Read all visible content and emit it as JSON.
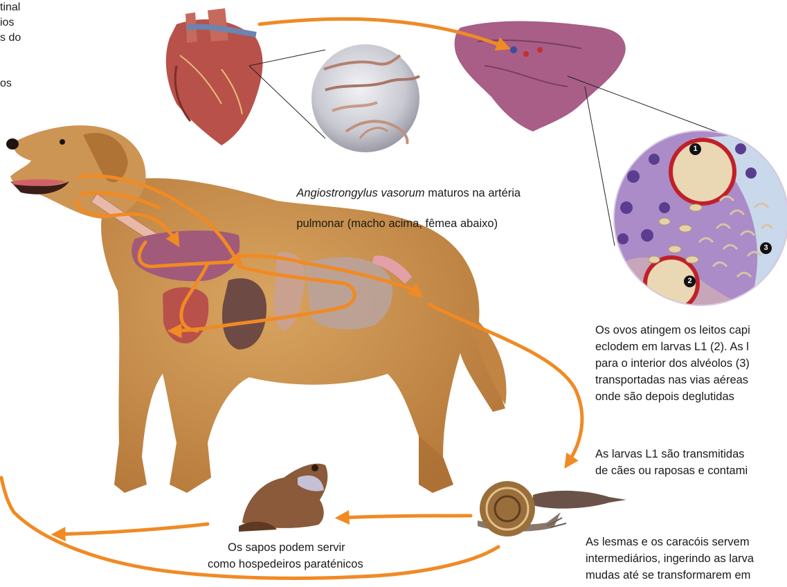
{
  "top_left_fragment": [
    "tinal",
    "ios",
    "s do",
    "",
    "os"
  ],
  "worm_caption": {
    "species": "Angiostrongylus vasorum",
    "line1_rest": " maturos na artéria",
    "line2": "pulmonar (macho acima, fêmea abaixo)"
  },
  "alveoli_caption": [
    "Os ovos atingem os leitos capi",
    "eclodem em larvas L1 (2). As l",
    "para o interior dos alvéolos (3)",
    "transportadas nas vias aéreas",
    "onde são depois deglutidas"
  ],
  "feces_caption": [
    "As larvas L1 são transmitidas",
    "de cães ou raposas e contami"
  ],
  "snail_caption": [
    "As lesmas e os caracóis servem",
    "intermediários, ingerindo as larva",
    "mudas até se transformarem em"
  ],
  "frog_caption": [
    "Os sapos podem servir",
    "como hospedeiros paraténicos"
  ],
  "callout_numbers": [
    "1",
    "2",
    "3"
  ],
  "colors": {
    "arrow": "#f08a24",
    "dog_fur": "#c8904a",
    "heart": "#b8514a",
    "lung": "#a85e86",
    "alveolus_bg": "#ab8bc8",
    "capillary_ring": "#c0202a",
    "larva": "#e6d2a8"
  }
}
